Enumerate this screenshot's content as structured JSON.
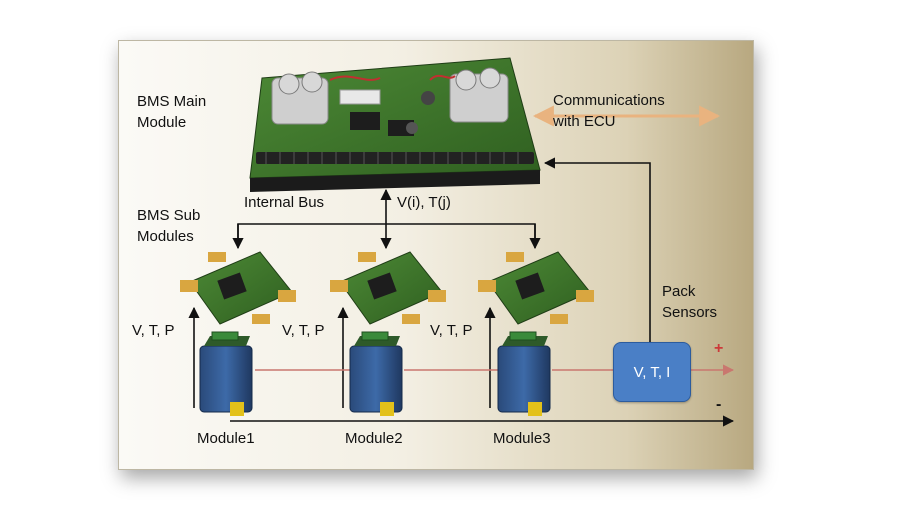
{
  "labels": {
    "bms_main": "BMS Main\nModule",
    "communications": "Communications\nwith ECU",
    "internal_bus": "Internal Bus",
    "vi_tj": "V(i), T(j)",
    "bms_sub": "BMS Sub\nModules",
    "pack_sensors": "Pack\nSensors",
    "vtp1": "V, T, P",
    "vtp2": "V, T, P",
    "vtp3": "V, T, P",
    "vti_box": "V, T, I",
    "plus": "+",
    "minus": "-",
    "module1": "Module1",
    "module2": "Module2",
    "module3": "Module3"
  },
  "colors": {
    "arrow": "#111111",
    "comm_arrow": "#e9b37f",
    "pack_line": "#c9776f",
    "plus_sign": "#cc3a3a",
    "box_fill": "#4a7fc6",
    "pcb_green": "#3f7a2c"
  },
  "icons": {
    "main_board": "bms-main-board-photo",
    "sub_board": "bms-sub-board-photo",
    "battery_module": "battery-module-photo"
  }
}
